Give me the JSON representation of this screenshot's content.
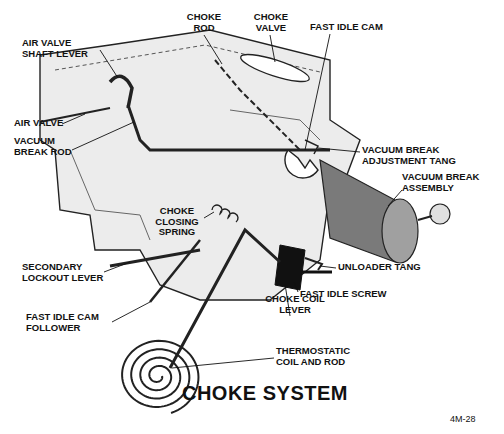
{
  "diagram": {
    "title": "CHOKE SYSTEM",
    "labels": [
      "AIR VALVE SHAFT LEVER",
      "CHOKE ROD",
      "CHOKE VALVE",
      "FAST IDLE CAM",
      "AIR VALVE",
      "VACUUM BREAK ROD",
      "VACUUM BREAK ADJUSTMENT TANG",
      "VACUUM BREAK ASSEMBLY",
      "CHOKE CLOSING SPRING",
      "SECONDARY LOCKOUT LEVER",
      "UNLOADER TANG",
      "FAST IDLE SCREW",
      "FAST IDLE CAM FOLLOWER",
      "CHOKE COIL LEVER",
      "THERMOSTATIC COIL AND ROD",
      "4M-28"
    ]
  }
}
